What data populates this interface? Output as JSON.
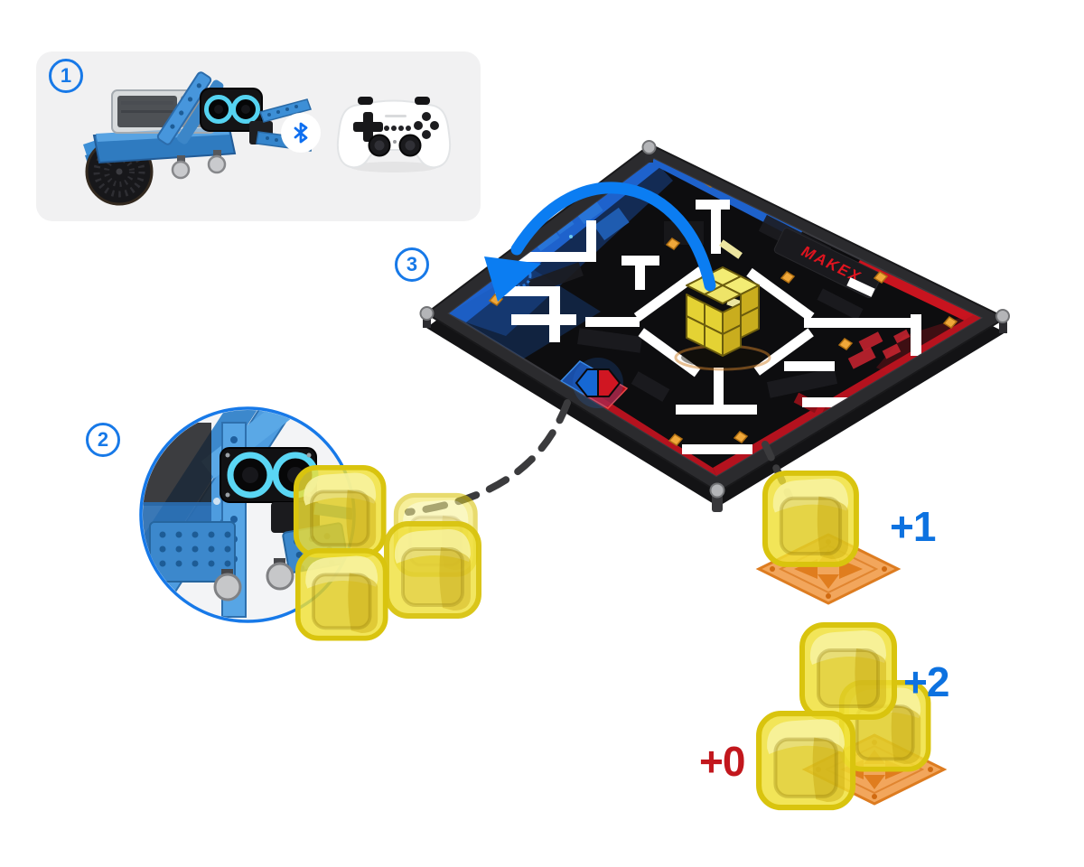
{
  "scene": {
    "background": "#ffffff"
  },
  "steps": [
    {
      "number": "1"
    },
    {
      "number": "2"
    },
    {
      "number": "3"
    }
  ],
  "field": {
    "brand_label": "MAKEX",
    "mat_color": "#0d0d0f",
    "frame_color": "#2b2b2e",
    "line_color": "#ffffff",
    "team_blue": "#1e62cc",
    "team_red": "#c8141f",
    "marker_color": "#f0a83a"
  },
  "icons": {
    "bluetooth": "bluetooth-icon",
    "gamepad": "gamepad-icon",
    "robot": "robot-photo",
    "gripper_closeup": "robot-gripper-closeup",
    "cube": "score-cube",
    "base_plate": "base-plate",
    "arrow": "place-cube-arrow",
    "connector": "dashed-connector"
  },
  "scores": {
    "single_on_base": {
      "label": "+1",
      "color": "#0d72e0"
    },
    "stack_on_base": {
      "label": "+2",
      "color": "#0d72e0"
    },
    "off_base": {
      "label": "+0",
      "color": "#c2171d"
    }
  }
}
